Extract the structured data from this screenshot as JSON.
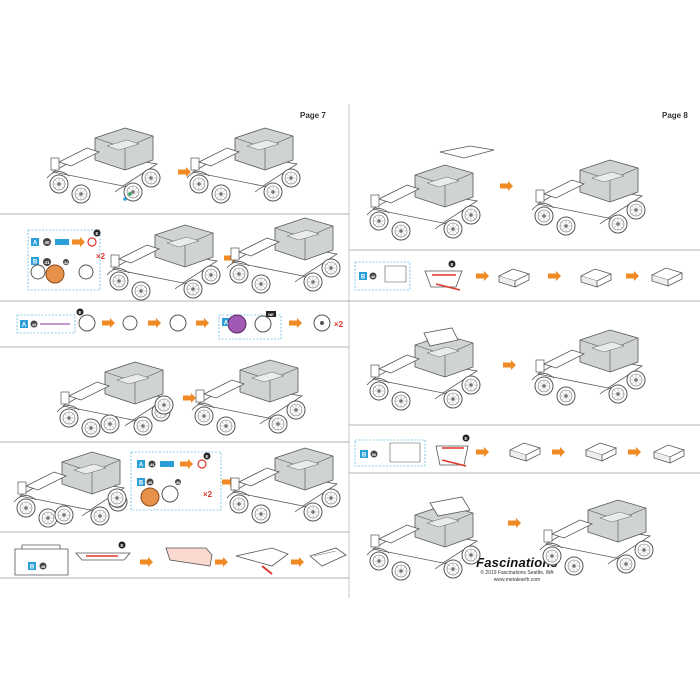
{
  "pages": {
    "left_label": "Page 7",
    "right_label": "Page 8"
  },
  "brand": {
    "name": "Fascinations",
    "copyright": "© 2019 Fascinations Seattle, WA",
    "website": "www.metalearth.com"
  },
  "callouts": {
    "multiplier": "×2",
    "part_a": "A",
    "part_b": "B",
    "tool_e": "E",
    "parts": {
      "p40": "40",
      "p41": "41",
      "p42": "42",
      "p43": "43",
      "p44": "44",
      "p45": "45",
      "p46": "46",
      "p48": "48",
      "p49": "49",
      "p50": "50",
      "ne": "NE"
    }
  },
  "colors": {
    "arrow": "#f08a24",
    "divider": "#9a9a9a",
    "line": "#555555",
    "body_fill": "#cfd3d4",
    "highlight_red": "#e0372c",
    "accent_blue": "#2a9fd8",
    "accent_green": "#2aa05a",
    "wheel_orange": "#e6914a",
    "wheel_purple": "#a05ab4"
  }
}
